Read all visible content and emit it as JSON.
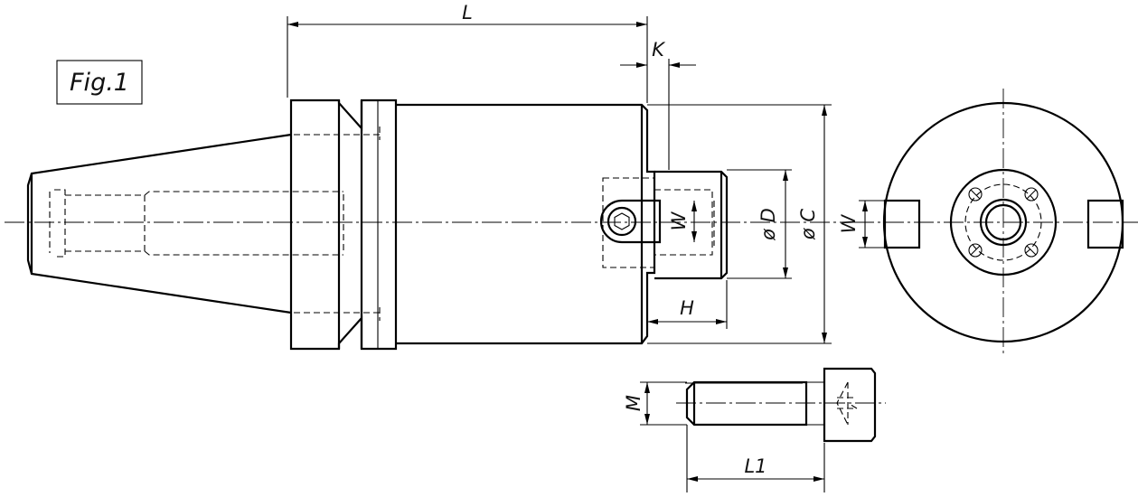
{
  "figure": {
    "label": "Fig.1"
  },
  "dimensions": {
    "L": "L",
    "K": "K",
    "W_side": "W",
    "D": "ø D",
    "C": "ø C",
    "H": "H",
    "W_end": "W",
    "M": "M",
    "L1": "L1"
  }
}
